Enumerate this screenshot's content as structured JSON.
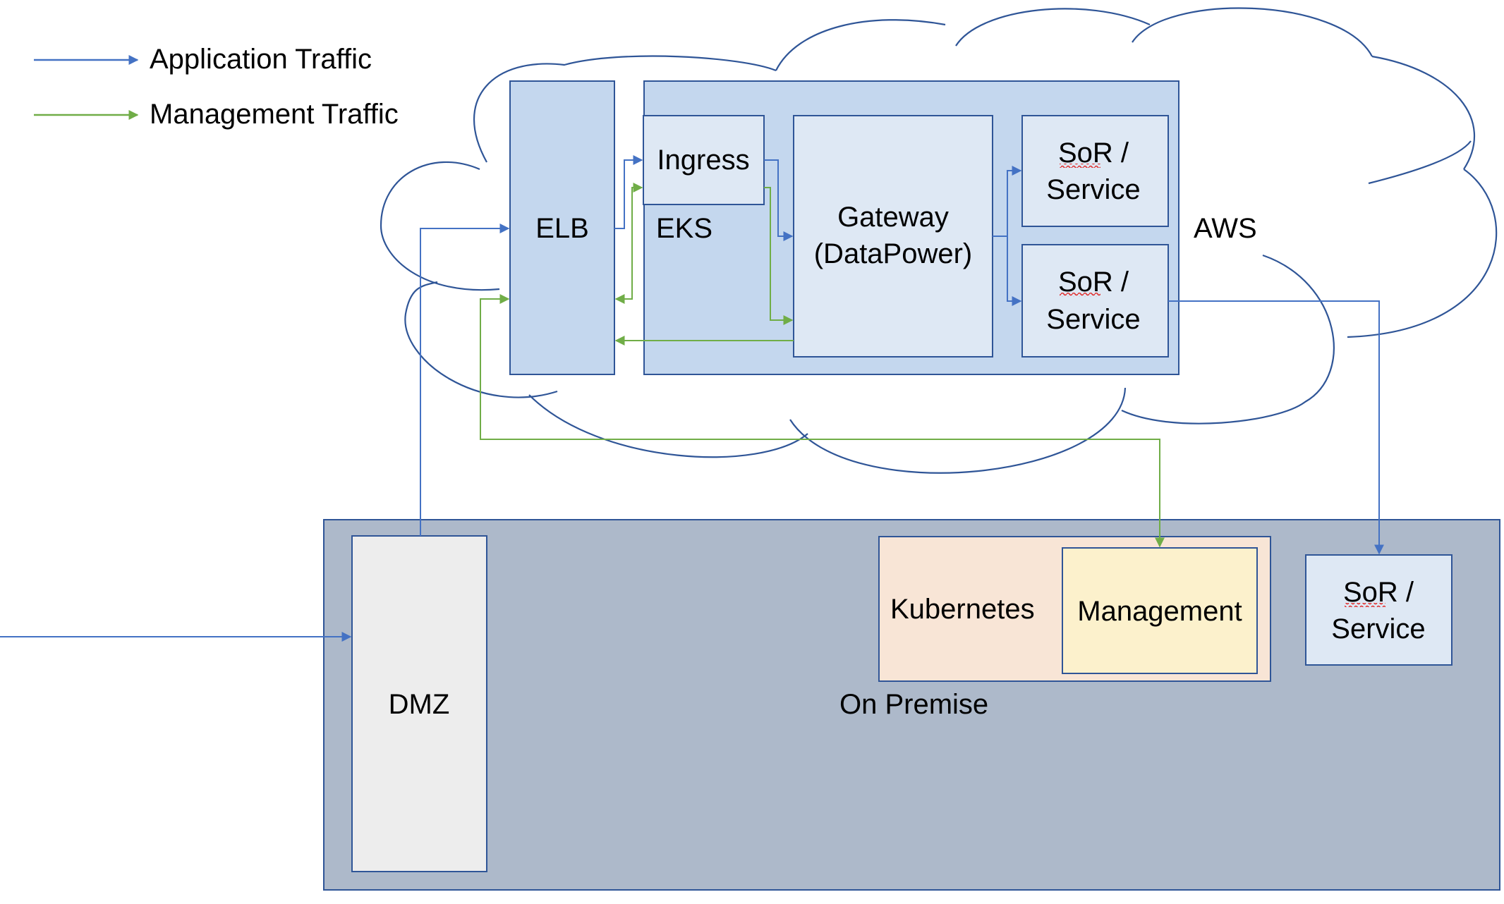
{
  "legend": {
    "application_traffic": {
      "label": "Application Traffic",
      "color": "#4472C4"
    },
    "management_traffic": {
      "label": "Management Traffic",
      "color": "#70AD47"
    }
  },
  "cloud": {
    "label": "AWS"
  },
  "elb": {
    "label": "ELB"
  },
  "eks": {
    "label": "EKS",
    "ingress": {
      "label": "Ingress"
    },
    "gateway": {
      "line1": "Gateway",
      "line2": "(DataPower)"
    },
    "sor_top": {
      "line1": "SoR /",
      "line2": "Service"
    },
    "sor_bottom": {
      "line1": "SoR /",
      "line2": "Service"
    }
  },
  "on_premise": {
    "label": "On Premise",
    "dmz": {
      "label": "DMZ"
    },
    "kubernetes": {
      "label": "Kubernetes"
    },
    "management": {
      "label": "Management"
    },
    "sor": {
      "line1": "SoR /",
      "line2": "Service"
    }
  },
  "colors": {
    "elb_fill": "#C4D7EE",
    "eks_fill": "#C4D7EE",
    "inner_box_fill": "#DEE8F4",
    "on_premise_fill": "#ADB9CA",
    "dmz_fill": "#EDEDED",
    "kubernetes_fill": "#F8E5D6",
    "management_fill": "#FCF1CC",
    "border": "#2F5597"
  }
}
